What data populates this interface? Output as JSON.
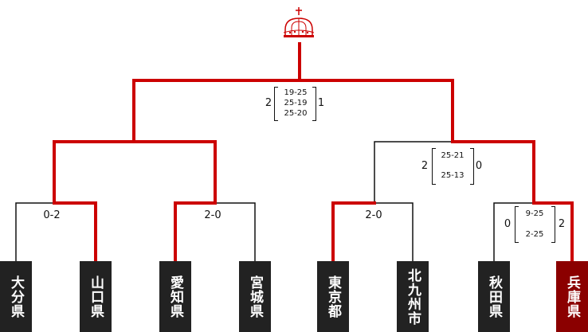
{
  "colors": {
    "winner_line": "#cc0000",
    "loser_line": "#111111",
    "team_box": "#222222",
    "champion_box": "#8b0000"
  },
  "icon": "crown-icon",
  "teams": [
    {
      "name": "大分県"
    },
    {
      "name": "山口県"
    },
    {
      "name": "愛知県"
    },
    {
      "name": "宮城県"
    },
    {
      "name": "東京都"
    },
    {
      "name": "北九州市"
    },
    {
      "name": "秋田県"
    },
    {
      "name": "兵庫県"
    }
  ],
  "round1": [
    {
      "result": "0-2"
    },
    {
      "result": "2-0"
    },
    {
      "result": "2-0"
    },
    {
      "left": "0",
      "right": "2",
      "sets": [
        "9-25",
        "2-25"
      ]
    }
  ],
  "semifinals": [
    {
      "left": "2",
      "right": "0",
      "sets": [
        "25-21",
        "25-13"
      ]
    }
  ],
  "final": {
    "left": "2",
    "right": "1",
    "sets": [
      "19-25",
      "25-19",
      "25-20"
    ]
  }
}
